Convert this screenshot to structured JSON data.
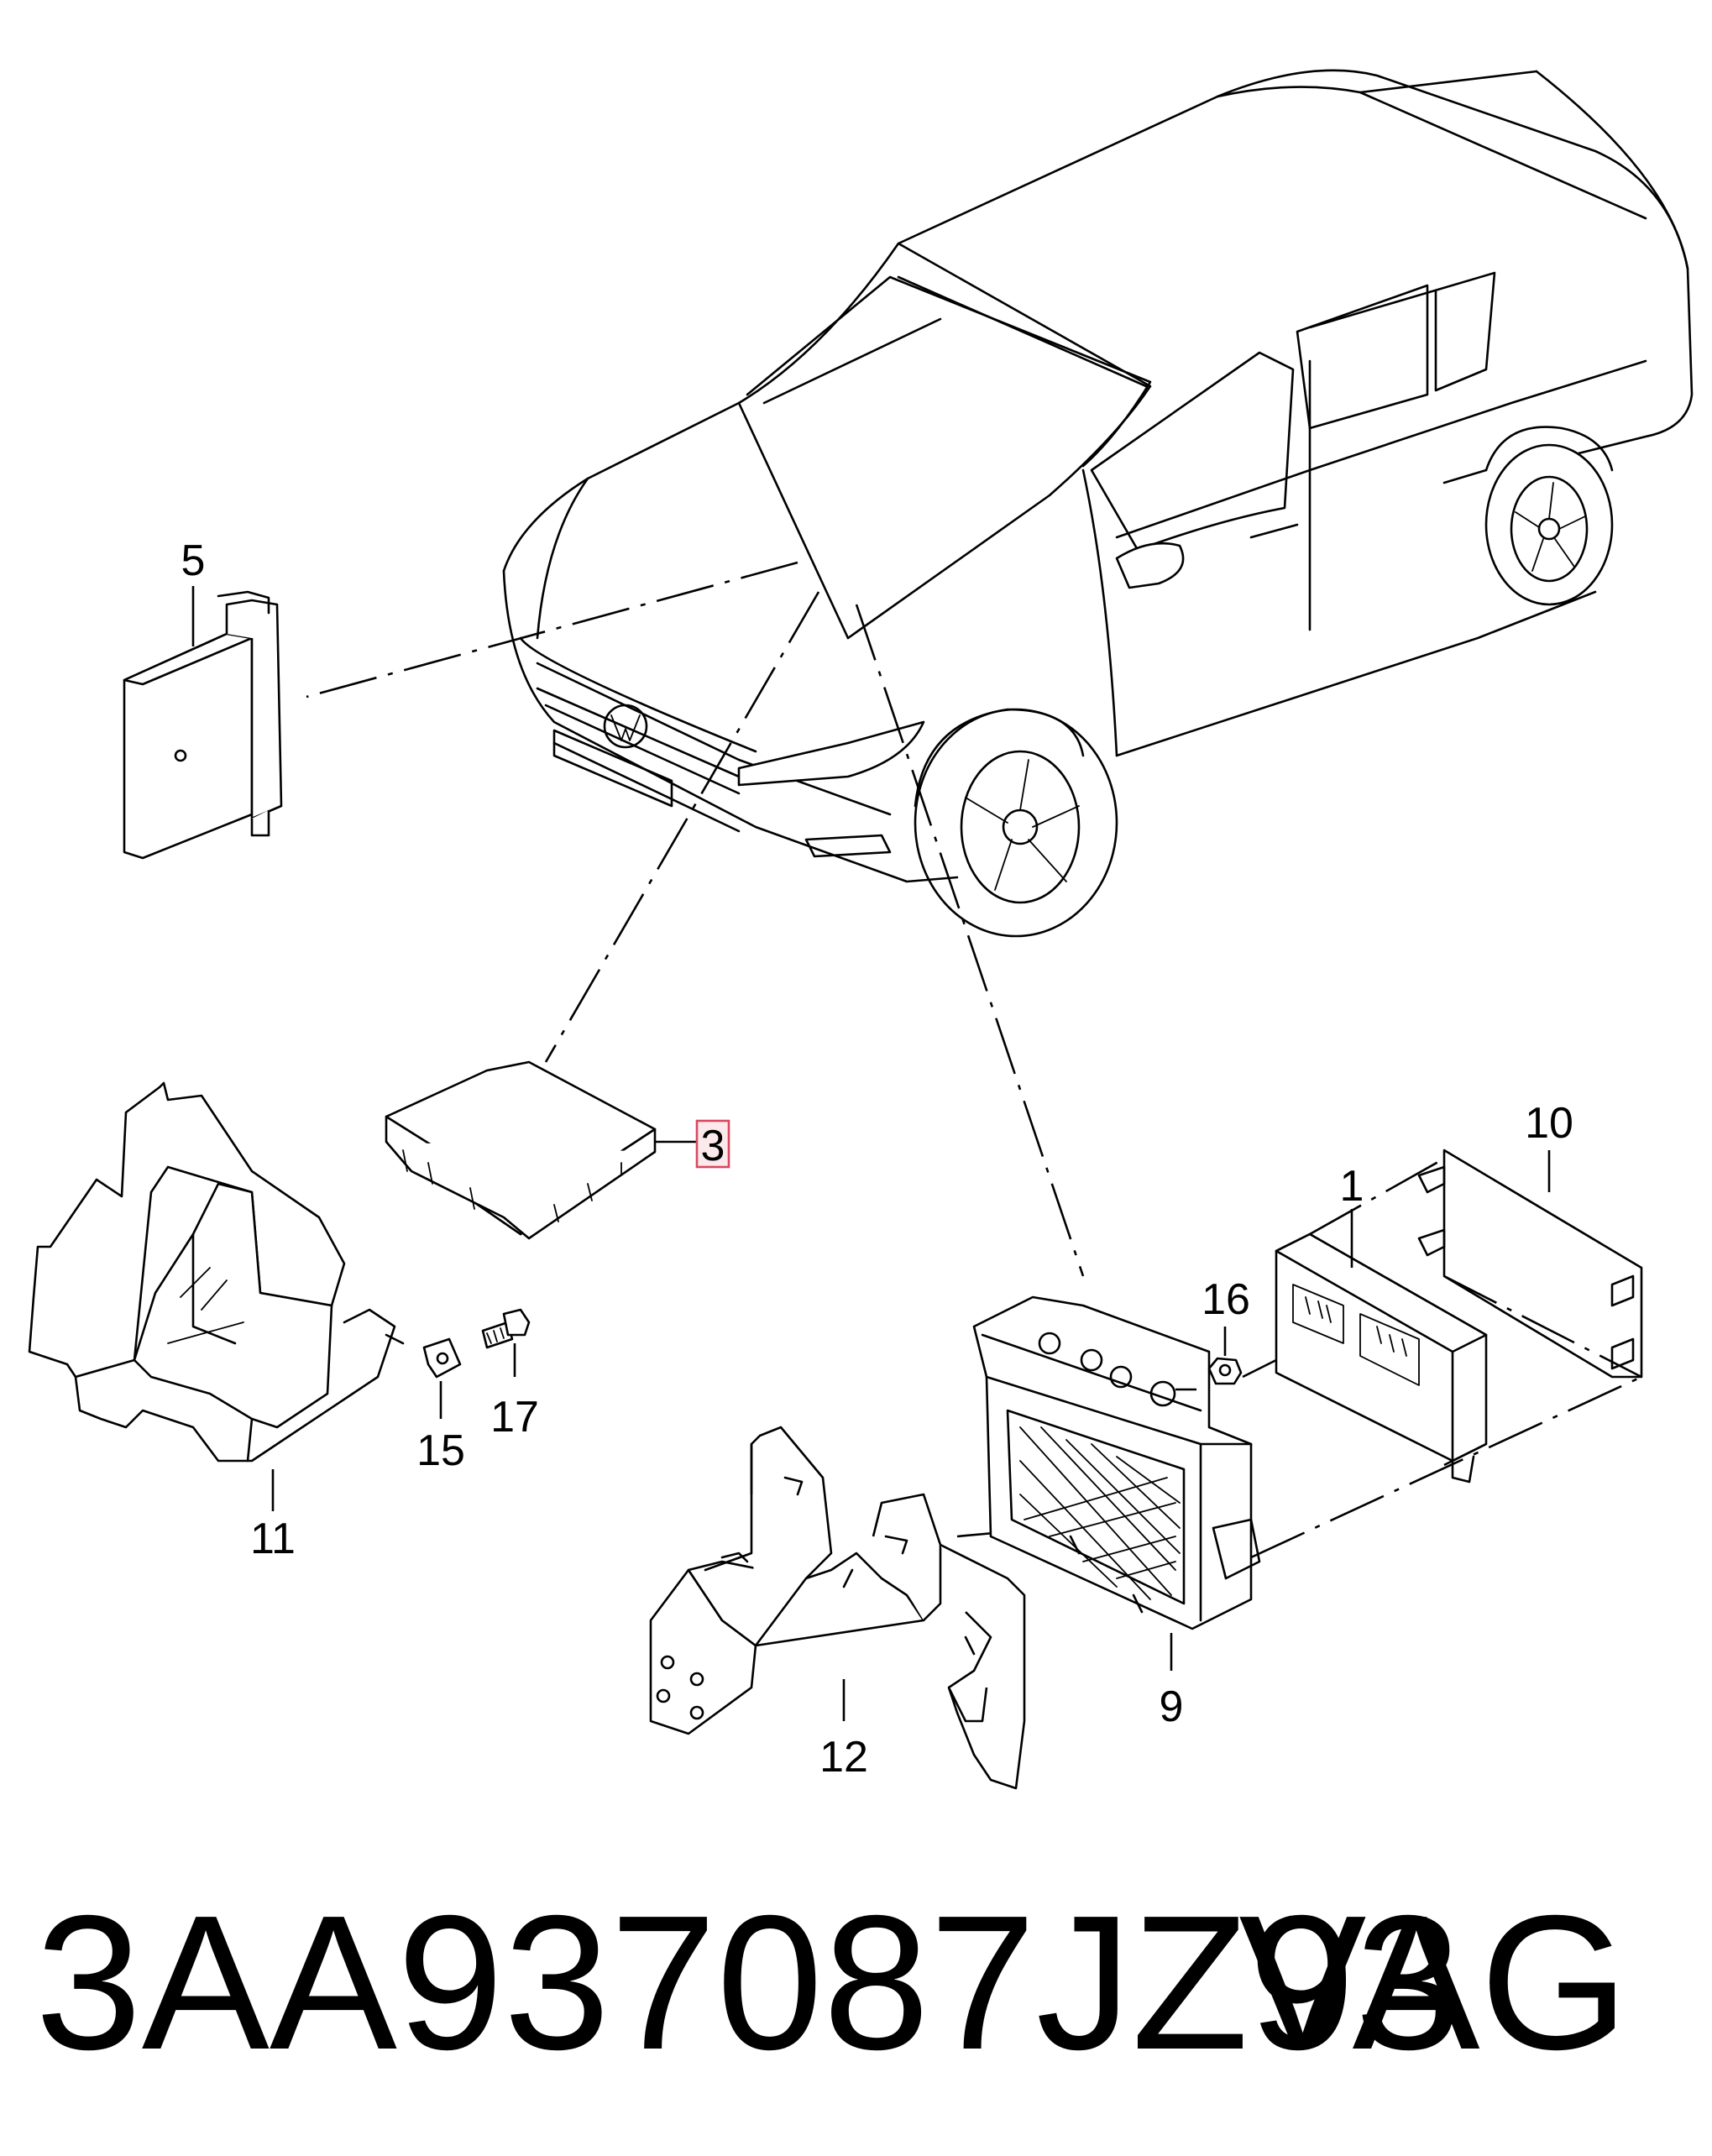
{
  "diagram": {
    "part_number": "3AA937087JZ93",
    "brand": "VAG",
    "callouts": [
      {
        "id": "1",
        "label": "1"
      },
      {
        "id": "3",
        "label": "3",
        "highlighted": true
      },
      {
        "id": "5",
        "label": "5"
      },
      {
        "id": "9",
        "label": "9"
      },
      {
        "id": "10",
        "label": "10"
      },
      {
        "id": "11",
        "label": "11"
      },
      {
        "id": "12",
        "label": "12"
      },
      {
        "id": "15",
        "label": "15"
      },
      {
        "id": "16",
        "label": "16"
      },
      {
        "id": "17",
        "label": "17"
      }
    ],
    "colors": {
      "line": "#000000",
      "background": "#ffffff",
      "highlight_fill": "#fce9ec",
      "highlight_stroke": "#d9485f"
    }
  }
}
